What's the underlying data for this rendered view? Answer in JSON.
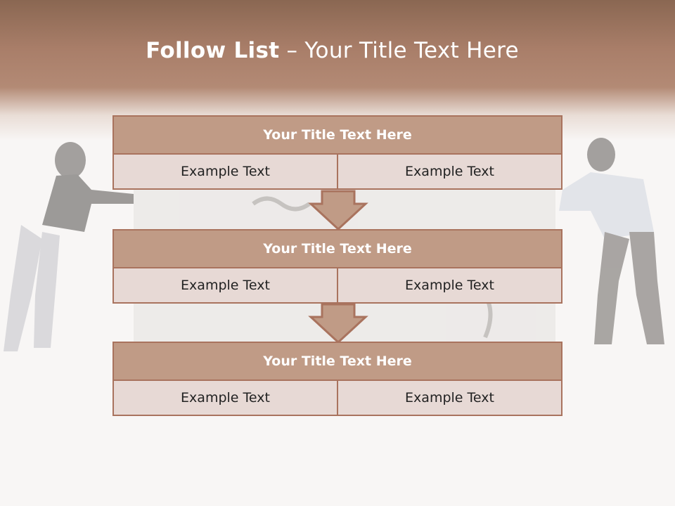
{
  "title": {
    "bold": "Follow List",
    "rest": " – Your Title Text Here"
  },
  "blocks": [
    {
      "title": "Your Title Text Here",
      "left": "Example Text",
      "right": "Example Text"
    },
    {
      "title": "Your Title Text Here",
      "left": "Example Text",
      "right": "Example Text"
    },
    {
      "title": "Your Title Text Here",
      "left": "Example Text",
      "right": "Example Text"
    }
  ],
  "colors": {
    "header": "#a97e69",
    "block_title": "#c09b86",
    "block_row": "#e7d9d5",
    "border": "#a9735e"
  }
}
